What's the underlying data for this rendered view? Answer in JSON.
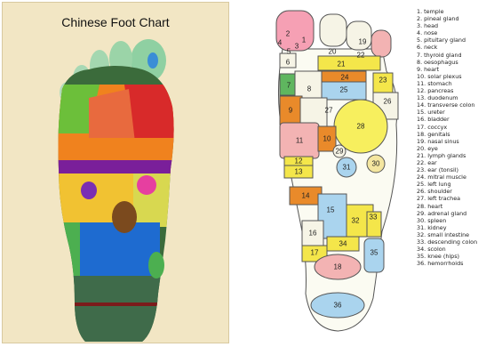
{
  "left_chart": {
    "title": "Chinese Foot Chart"
  },
  "right_chart": {
    "zones": [
      {
        "num": "1",
        "color": "#f4e64a"
      },
      {
        "num": "2",
        "color": "#2e9a3c"
      },
      {
        "num": "3",
        "color": "#f7f7f7"
      },
      {
        "num": "4",
        "color": "#f7f7f7"
      },
      {
        "num": "5",
        "color": "#f7f7f7"
      },
      {
        "num": "6",
        "color": "#f6f4e6"
      },
      {
        "num": "7",
        "color": "#5fb65f"
      },
      {
        "num": "8",
        "color": "#f6f4e6"
      },
      {
        "num": "9",
        "color": "#e98a2a"
      },
      {
        "num": "10",
        "color": "#e98a2a"
      },
      {
        "num": "11",
        "color": "#f3b3b3"
      },
      {
        "num": "12",
        "color": "#f4e64a"
      },
      {
        "num": "13",
        "color": "#f4e64a"
      },
      {
        "num": "14",
        "color": "#e98a2a"
      },
      {
        "num": "15",
        "color": "#aad4ee"
      },
      {
        "num": "16",
        "color": "#f6f4e6"
      },
      {
        "num": "17",
        "color": "#f4e64a"
      },
      {
        "num": "18",
        "color": "#f3b3b3"
      },
      {
        "num": "19",
        "color": "#f3b3b3"
      },
      {
        "num": "20",
        "color": "#aad4ee"
      },
      {
        "num": "21",
        "color": "#f4e64a"
      },
      {
        "num": "22",
        "color": "#2e9a3c"
      },
      {
        "num": "23",
        "color": "#f4e64a"
      },
      {
        "num": "24",
        "color": "#e98a2a"
      },
      {
        "num": "25",
        "color": "#aad4ee"
      },
      {
        "num": "26",
        "color": "#f6f4e6"
      },
      {
        "num": "27",
        "color": "#f6f4e6"
      },
      {
        "num": "28",
        "color": "#f7ef5e"
      },
      {
        "num": "29",
        "color": "#f6f4e6"
      },
      {
        "num": "30",
        "color": "#f4e6a0"
      },
      {
        "num": "31",
        "color": "#aad4ee"
      },
      {
        "num": "32",
        "color": "#f4e64a"
      },
      {
        "num": "33",
        "color": "#f4e64a"
      },
      {
        "num": "34",
        "color": "#f4e64a"
      },
      {
        "num": "35",
        "color": "#aad4ee"
      },
      {
        "num": "36",
        "color": "#aad4ee"
      }
    ],
    "legend": [
      "1. temple",
      "2. pineal gland",
      "3. head",
      "4. nose",
      "5. pituitary gland",
      "6. neck",
      "7. thyroid gland",
      "8. oesophagus",
      "9. heart",
      "10. solar plexus",
      "11. stomach",
      "12. pancreas",
      "13. duodenum",
      "14. transverse colon",
      "15. ureter",
      "16. bladder",
      "17. coccyx",
      "18. genitals",
      "19. nasal sinus",
      "20. eye",
      "21. lymph glands",
      "22. ear",
      "23. ear (tonsil)",
      "24. mitral muscle",
      "25. left lung",
      "26. shoulder",
      "27. left trachea",
      "28. heart",
      "29. adrenal gland",
      "30. spleen",
      "31. kidney",
      "32. small intestine",
      "33. descending colon",
      "34. scolon",
      "35. knee (hips)",
      "36. hemorrhoids"
    ]
  }
}
